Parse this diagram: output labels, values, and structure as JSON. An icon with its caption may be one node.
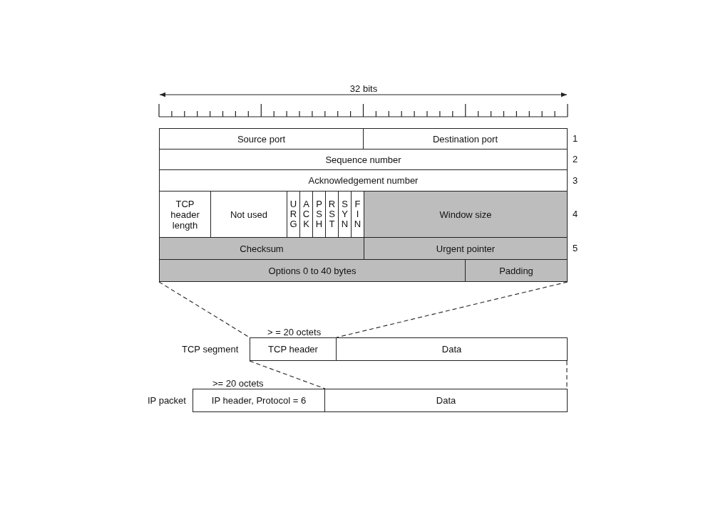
{
  "diagram": {
    "nodes": [
      {
        "text": [
          "Source port"
        ]
      },
      {
        "text": [
          "Destination port"
        ]
      },
      {
        "text": [
          "Sequence number"
        ]
      },
      {
        "text": [
          "Acknowledgement number"
        ]
      },
      {
        "text": [
          "TCP header length"
        ]
      },
      {
        "text": [
          "Not used"
        ]
      },
      {
        "text": [
          "URG"
        ]
      },
      {
        "text": [
          "ACK"
        ]
      },
      {
        "text": [
          "PSH"
        ]
      },
      {
        "text": [
          "RST"
        ]
      },
      {
        "text": [
          "SYN"
        ]
      },
      {
        "text": [
          "FIN"
        ]
      },
      {
        "text": [
          "Window size"
        ]
      },
      {
        "text": [
          "Checksum"
        ]
      },
      {
        "text": [
          "Urgent pointer"
        ]
      },
      {
        "text": [
          "Options 0 to 40 bytes"
        ]
      },
      {
        "text": [
          "Padding"
        ]
      },
      {
        "text": [
          "TCP header"
        ],
        "beside": [
          "> = 20 octets"
        ]
      },
      {
        "text": [
          "Data"
        ]
      },
      {
        "text": [
          "IP header, Protocol = 6"
        ],
        "beside": [
          ">= 20 octets"
        ]
      },
      {
        "text": [
          "Data"
        ]
      }
    ],
    "edges": [
      {
        "from": 15,
        "to": 17,
        "arrow": "none",
        "style": "dashed"
      },
      {
        "from": 16,
        "to": 17,
        "arrow": "none",
        "style": "dashed"
      },
      {
        "from": 17,
        "to": 19,
        "arrow": "none",
        "style": "dashed"
      },
      {
        "from": 18,
        "to": 20,
        "arrow": "none",
        "style": "dashed"
      }
    ],
    "labels": [
      "32 bits",
      "1",
      "2",
      "3",
      "4",
      "5",
      "TCP segment",
      "IP packet"
    ]
  }
}
